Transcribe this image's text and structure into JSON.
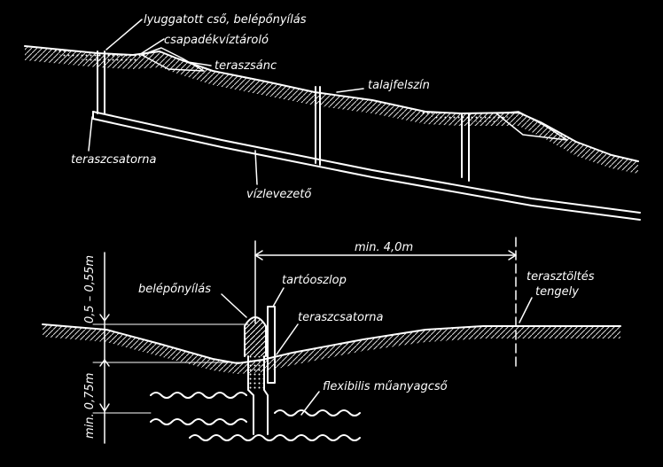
{
  "top_section": {
    "labels": {
      "pipe_inlet": "lyuggatott cső, belépőnyílás",
      "storage": "csapadékvíztároló",
      "terrace_bank": "teraszsánc",
      "ground_surface": "talajfelszín",
      "terrace_channel": "teraszcsatorna",
      "drain": "vízlevezető"
    }
  },
  "bottom_section": {
    "labels": {
      "spacing": "min. 4,0m",
      "inlet": "belépőnyílás",
      "post": "tartóoszlop",
      "channel": "teraszcsatorna",
      "embankment_axis_1": "terasztöltés",
      "embankment_axis_2": "tengely",
      "flex_pipe": "flexibilis műanyagcső",
      "depth_upper": "0,5 – 0,55m",
      "depth_lower": "min. 0,75m"
    }
  },
  "colors": {
    "background": "#000000",
    "ink": "#ffffff"
  }
}
